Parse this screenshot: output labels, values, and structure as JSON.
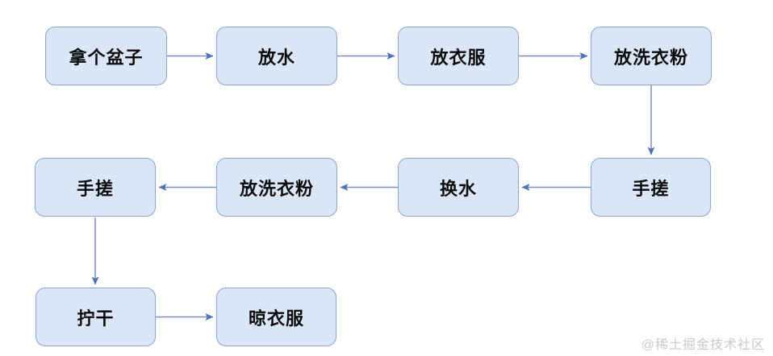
{
  "diagram": {
    "type": "flowchart",
    "nodes": [
      {
        "id": "n1",
        "label": "拿个盆子"
      },
      {
        "id": "n2",
        "label": "放水"
      },
      {
        "id": "n3",
        "label": "放衣服"
      },
      {
        "id": "n4",
        "label": "放洗衣粉"
      },
      {
        "id": "n5",
        "label": "手搓"
      },
      {
        "id": "n6",
        "label": "换水"
      },
      {
        "id": "n7",
        "label": "放洗衣粉"
      },
      {
        "id": "n8",
        "label": "手搓"
      },
      {
        "id": "n9",
        "label": "拧干"
      },
      {
        "id": "n10",
        "label": "晾衣服"
      }
    ],
    "edges": [
      {
        "from": "n1",
        "to": "n2",
        "direction": "right"
      },
      {
        "from": "n2",
        "to": "n3",
        "direction": "right"
      },
      {
        "from": "n3",
        "to": "n4",
        "direction": "right"
      },
      {
        "from": "n4",
        "to": "n5",
        "direction": "down"
      },
      {
        "from": "n5",
        "to": "n6",
        "direction": "left"
      },
      {
        "from": "n6",
        "to": "n7",
        "direction": "left"
      },
      {
        "from": "n7",
        "to": "n8",
        "direction": "left"
      },
      {
        "from": "n8",
        "to": "n9",
        "direction": "down"
      },
      {
        "from": "n9",
        "to": "n10",
        "direction": "right"
      }
    ]
  },
  "watermark": {
    "text": "@稀土掘金技术社区"
  },
  "colors": {
    "canvas_bg": "#ffffff",
    "node_fill": "#dbe7f9",
    "node_border": "#8aa3cf",
    "node_text": "#0a0a0a",
    "arrow_line": "#7b90ba",
    "arrow_head": "#4c73b6",
    "watermark_text": "#c9c9c9"
  }
}
